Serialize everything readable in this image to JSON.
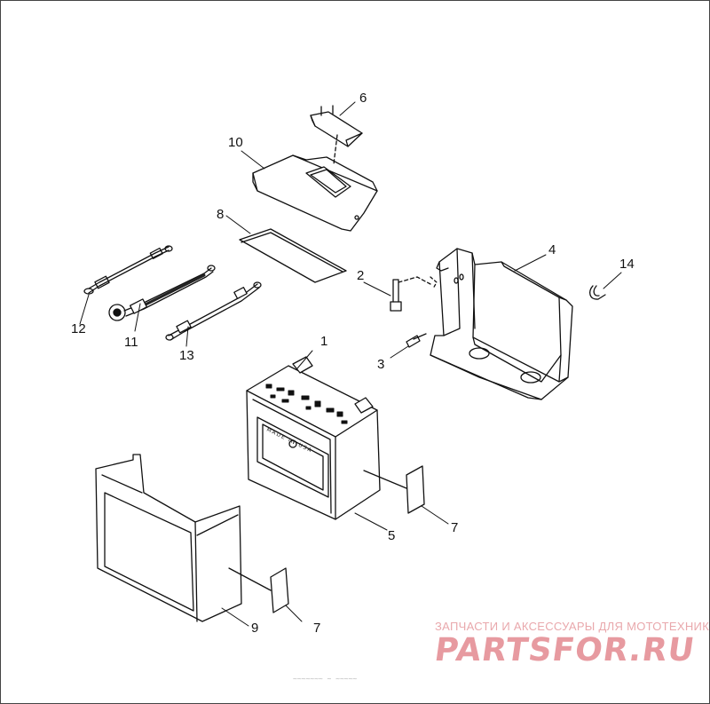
{
  "callouts": {
    "c1": "1",
    "c2": "2",
    "c3": "3",
    "c4": "4",
    "c5": "5",
    "c6": "6",
    "c7a": "7",
    "c7b": "7",
    "c8": "8",
    "c9": "9",
    "c10": "10",
    "c11": "11",
    "c12": "12",
    "c13": "13",
    "c14": "14"
  },
  "battery_label": "MADE IN USA",
  "watermark": {
    "line1": "ЗАПЧАСТИ И АКСЕССУАРЫ ДЛЯ МОТОТЕХНИКИ",
    "logo": "PARTSFOR.RU"
  },
  "footer_id": "~~~~~~~ ~ ~~~~~",
  "colors": {
    "line": "#111111",
    "watermark": "#e79aa0"
  }
}
